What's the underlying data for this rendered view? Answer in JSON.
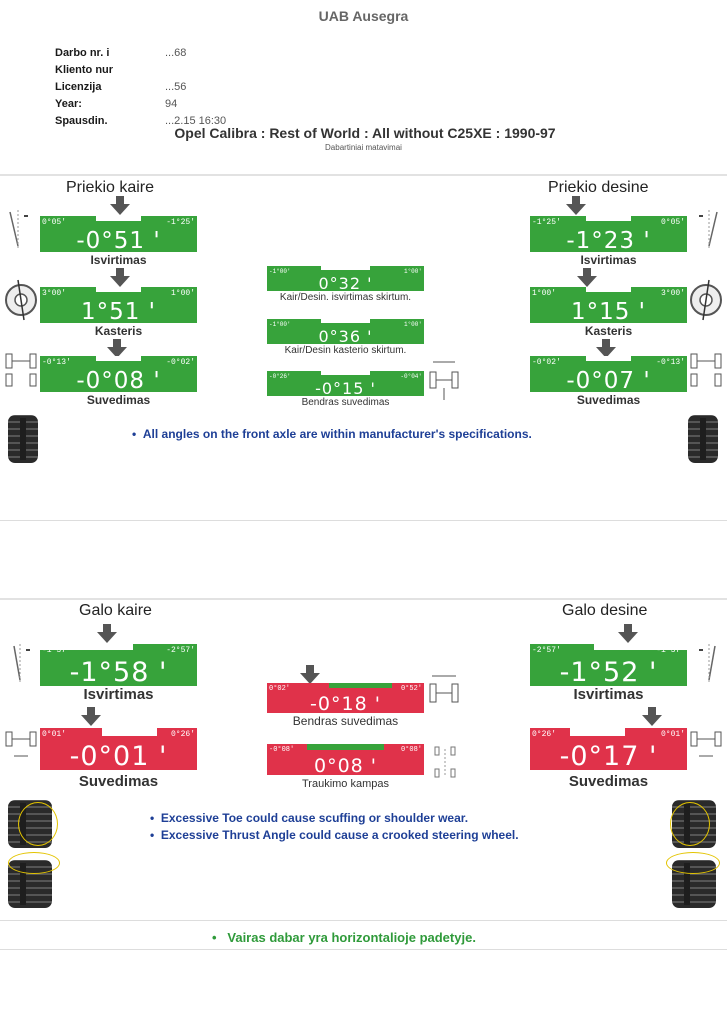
{
  "header": {
    "company": "UAB Ausegra",
    "info": [
      {
        "label": "Darbo nr. i",
        "value": "...68"
      },
      {
        "label": "Kliento nur",
        "value": ""
      },
      {
        "label": "Licenzija",
        "value": "...56"
      },
      {
        "label": "Year:",
        "value": "94"
      },
      {
        "label": "Spausdin.",
        "value": "...2.15 16:30"
      }
    ],
    "vehicle": "Opel Calibra : Rest of World : All without C25XE : 1990-97",
    "subtitle": "Dabartiniai matavimai"
  },
  "front": {
    "left_title": "Priekio kaire",
    "right_title": "Priekio desine",
    "left": [
      {
        "label": "Isvirtimas",
        "min": "0°05'",
        "max": "-1°25'",
        "value": "-0°51 '"
      },
      {
        "label": "Kasteris",
        "min": "3°00'",
        "max": "1°00'",
        "value": "1°51 '"
      },
      {
        "label": "Suvedimas",
        "min": "-0°13'",
        "max": "-0°02'",
        "value": "-0°08 '"
      }
    ],
    "right": [
      {
        "label": "Isvirtimas",
        "min": "-1°25'",
        "max": "0°05'",
        "value": "-1°23 '"
      },
      {
        "label": "Kasteris",
        "min": "1°00'",
        "max": "3°00'",
        "value": "1°15 '"
      },
      {
        "label": "Suvedimas",
        "min": "-0°02'",
        "max": "-0°13'",
        "value": "-0°07 '"
      }
    ],
    "center": [
      {
        "label": "Kair/Desin. isvirtimas skirtum.",
        "min": "-1°00'",
        "max": "1°00'",
        "value": "0°32 '"
      },
      {
        "label": "Kair/Desin kasterio skirtum.",
        "min": "-1°00'",
        "max": "1°00'",
        "value": "0°36 '"
      },
      {
        "label": "Bendras suvedimas",
        "min": "-0°26'",
        "max": "-0°04'",
        "value": "-0°15 '"
      }
    ],
    "message": "All angles on the front axle are within manufacturer's specifications."
  },
  "rear": {
    "left_title": "Galo kaire",
    "right_title": "Galo desine",
    "left": [
      {
        "label": "Isvirtimas",
        "min": "-1°37'",
        "max": "-2°57'",
        "value": "-1°58 '"
      },
      {
        "label": "Suvedimas",
        "min": "0°01'",
        "max": "0°26'",
        "value": "-0°01 '"
      }
    ],
    "right": [
      {
        "label": "Isvirtimas",
        "min": "-2°57'",
        "max": "-1°37'",
        "value": "-1°52 '"
      },
      {
        "label": "Suvedimas",
        "min": "0°26'",
        "max": "0°01'",
        "value": "-0°17 '"
      }
    ],
    "center": [
      {
        "label": "Bendras suvedimas",
        "min": "0°02'",
        "max": "0°52'",
        "value": "-0°18 '"
      },
      {
        "label": "Traukimo kampas",
        "min": "-0°08'",
        "max": "0°08'",
        "value": "0°08 '"
      }
    ],
    "messages": [
      "Excessive Toe could cause scuffing or shoulder wear.",
      "Excessive Thrust Angle could cause a crooked steering wheel."
    ]
  },
  "footer": {
    "message": "Vairas dabar yra horizontalioje padetyje."
  },
  "colors": {
    "in_spec": "#37a33b",
    "out_of_spec": "#e0324a",
    "message_blue": "#1e3f96",
    "message_green": "#2f9a3a",
    "tyre_highlight": "#e3c400"
  },
  "icons": [
    "camber-icon",
    "caster-icon",
    "toe-icon",
    "tyre-icon",
    "axle-icon"
  ]
}
